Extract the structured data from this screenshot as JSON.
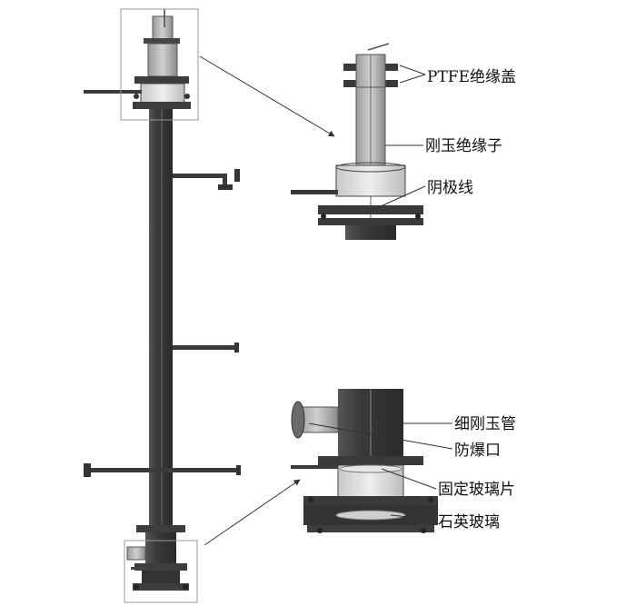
{
  "labels": {
    "ptfe_cap": "PTFE绝缘盖",
    "corundum_insulator": "刚玉绝缘子",
    "cathode_wire": "阴极线",
    "thin_corundum_tube": "细刚玉管",
    "explosion_port": "防爆口",
    "fixed_glass": "固定玻璃片",
    "quartz_glass": "石英玻璃"
  },
  "colors": {
    "metal_dark": "#3a3a3a",
    "metal_mid": "#6a6a6a",
    "metal_light": "#bdbdbd",
    "interior": "#d9d9d9",
    "frame": "#999999",
    "leader": "#333333"
  }
}
